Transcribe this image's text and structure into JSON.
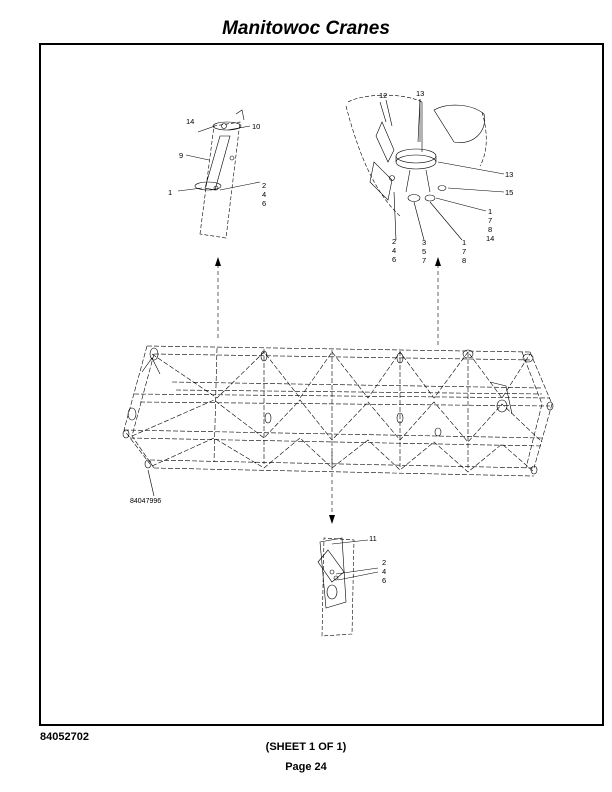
{
  "header": {
    "title": "Manitowoc Cranes"
  },
  "drawing": {
    "assembly_number": "84047996",
    "callouts_top_left": {
      "a": "14",
      "b": "10",
      "c": "9",
      "d": "1",
      "e": "2",
      "f": "4",
      "g": "6"
    },
    "callouts_top_right": {
      "a": "12",
      "b": "13",
      "c": "13",
      "d": "15",
      "e": "1",
      "f": "7",
      "g": "8",
      "h": "14",
      "i": "2",
      "j": "4",
      "k": "6",
      "l": "3",
      "m": "5",
      "n": "7",
      "o": "1",
      "p": "7",
      "q": "8"
    },
    "callouts_bottom": {
      "a": "11",
      "b": "2",
      "c": "4",
      "d": "6"
    }
  },
  "footer": {
    "doc_number": "84052702",
    "sheet": "(SHEET 1 OF 1)",
    "page": "Page 24"
  }
}
